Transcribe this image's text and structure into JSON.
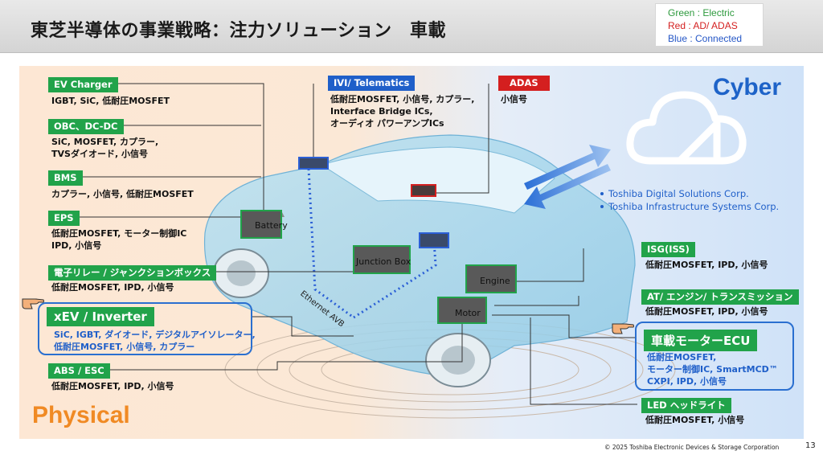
{
  "title": "東芝半導体の事業戦略：注力ソリューション　車載",
  "legend": {
    "green": "Green : Electric",
    "red": "Red : AD/ ADAS",
    "blue": "Blue : Connected"
  },
  "colors": {
    "electric": "#21a34a",
    "adas": "#d41f1f",
    "connected": "#1f5fc9",
    "physical": "#f08a24",
    "cyber": "#1e63c8"
  },
  "left": [
    {
      "label": "EV Charger",
      "desc": "IGBT, SiC, 低耐圧MOSFET"
    },
    {
      "label": "OBC、DC-DC",
      "desc": "SiC, MOSFET, カプラー,\nTVSダイオード, 小信号"
    },
    {
      "label": "BMS",
      "desc": "カプラー, 小信号, 低耐圧MOSFET"
    },
    {
      "label": "EPS",
      "desc": "低耐圧MOSFET, モーター制御IC\nIPD, 小信号"
    },
    {
      "label": "電子リレー / ジャンクションボックス",
      "desc": "低耐圧MOSFET, IPD, 小信号"
    },
    {
      "label": "xEV / Inverter",
      "desc": "SiC, IGBT, ダイオード, デジタルアイソレーター,\n低耐圧MOSFET, 小信号, カプラー"
    },
    {
      "label": "ABS / ESC",
      "desc": "低耐圧MOSFET, IPD, 小信号"
    }
  ],
  "top": [
    {
      "label": "IVI/ Telematics",
      "desc": "低耐圧MOSFET, 小信号, カプラー,\nInterface Bridge ICs,\nオーディオ パワーアンプICs"
    },
    {
      "label": "ADAS",
      "desc": "小信号"
    }
  ],
  "right": [
    {
      "label": "ISG(ISS)",
      "desc": "低耐圧MOSFET, IPD, 小信号"
    },
    {
      "label": "AT/ エンジン/ トランスミッション",
      "desc": "低耐圧MOSFET, IPD, 小信号"
    },
    {
      "label": "車載モーターECU",
      "desc": "低耐圧MOSFET,\nモーター制御IC, SmartMCD™\nCXPI, IPD, 小信号"
    },
    {
      "label": "LED ヘッドライト",
      "desc": "低耐圧MOSFET, 小信号"
    }
  ],
  "boxes": {
    "battery": "Battery",
    "junction": "Junction Box",
    "engine": "Engine",
    "motor": "Motor"
  },
  "ethernet": "Ethernet AVB",
  "cyber": "Cyber",
  "physical": "Physical",
  "corps": [
    "Toshiba Digital Solutions Corp.",
    "Toshiba Infrastructure Systems Corp."
  ],
  "footer": "© 2025 Toshiba Electronic Devices & Storage Corporation",
  "page_number": "13"
}
